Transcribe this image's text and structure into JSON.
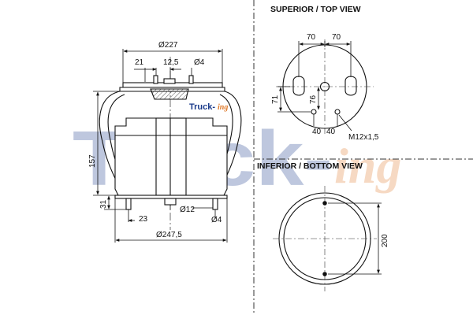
{
  "watermark": {
    "big_text": "Truck-",
    "big_suffix": "ing",
    "small_text": "Truck-",
    "small_suffix": "ing",
    "main_color": "#1a3a8a",
    "accent_color": "#e07a2a"
  },
  "side_view": {
    "d_top": "Ø227",
    "d_21": "21",
    "d_12_5": "12,5",
    "d_phi4_top": "Ø4",
    "d_157": "157",
    "d_31": "31",
    "d_23": "23",
    "d_phi12": "Ø12",
    "d_phi4_bottom": "Ø4",
    "d_bottom": "Ø247,5"
  },
  "top_view": {
    "title": "SUPERIOR / TOP VIEW",
    "d_70_left": "70",
    "d_70_right": "70",
    "d_71": "71",
    "d_76": "76",
    "d_40_left": "40",
    "d_40_right": "40",
    "thread": "M12x1,5"
  },
  "bottom_view": {
    "title": "INFERIOR / BOTTOM VIEW",
    "d_200": "200"
  }
}
